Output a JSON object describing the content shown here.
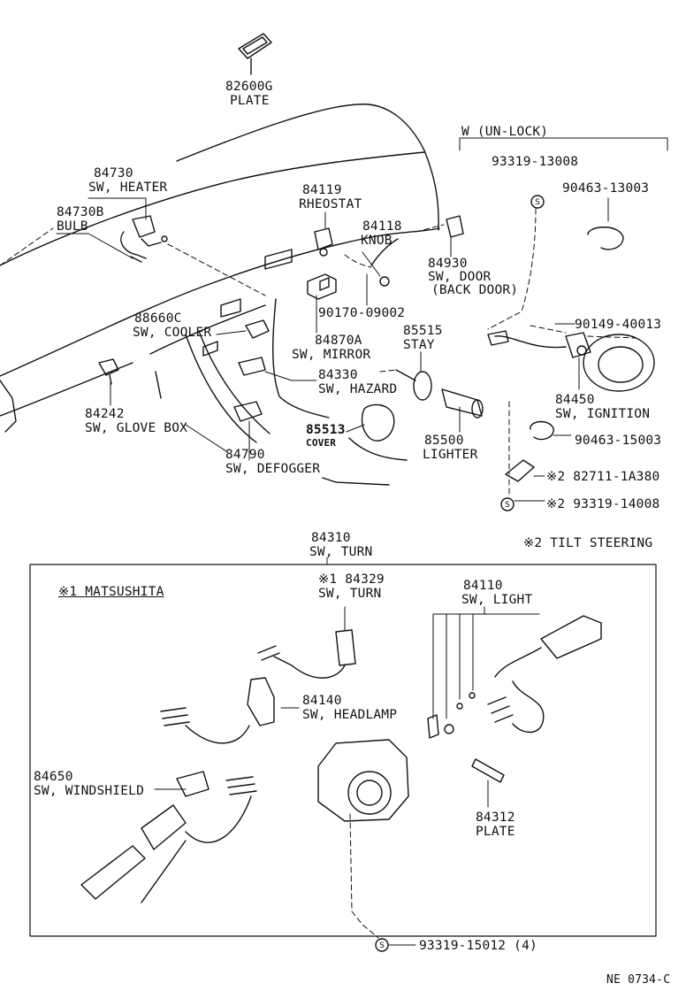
{
  "diagram_id": "NE 0734-C",
  "sections": {
    "unlock": "W (UN-LOCK)",
    "tilt": "※2 TILT STEERING",
    "matsushita": "※1 MATSUSHITA"
  },
  "parts": {
    "p82600": {
      "number": "82600G",
      "name": "PLATE"
    },
    "p84730": {
      "number": "84730",
      "name": "SW, HEATER"
    },
    "p84730b": {
      "number": "84730B",
      "name": "BULB"
    },
    "p84119": {
      "number": "84119",
      "name": "RHEOSTAT"
    },
    "p84118": {
      "number": "84118",
      "name": "KNOB"
    },
    "p84930": {
      "number": "84930",
      "name": "SW, DOOR",
      "name2": "(BACK DOOR)"
    },
    "p93319_13008": {
      "number": "93319-13008"
    },
    "p90463_13003": {
      "number": "90463-13003"
    },
    "p90149": {
      "number": "90149-40013"
    },
    "p88660": {
      "number": "88660C",
      "name": "SW, COOLER"
    },
    "p90170": {
      "number": "90170-09002"
    },
    "p84870": {
      "number": "84870A",
      "name": "SW, MIRROR"
    },
    "p85515": {
      "number": "85515",
      "name": "STAY"
    },
    "p84330": {
      "number": "84330",
      "name": "SW, HAZARD"
    },
    "p84450": {
      "number": "84450",
      "name": "SW, IGNITION"
    },
    "p84242": {
      "number": "84242",
      "name": "SW, GLOVE BOX"
    },
    "p85513": {
      "number": "85513",
      "name": "COVER"
    },
    "p85500": {
      "number": "85500",
      "name": "LIGHTER"
    },
    "p90463_15003": {
      "number": "90463-15003"
    },
    "p84790": {
      "number": "84790",
      "name": "SW, DEFOGGER"
    },
    "p82711": {
      "number": "※2  82711-1A380"
    },
    "p93319_14008": {
      "number": "※2  93319-14008"
    },
    "p84310": {
      "number": "84310",
      "name": "SW, TURN"
    },
    "p84329": {
      "number": "※1  84329",
      "name": "SW, TURN"
    },
    "p84110": {
      "number": "84110",
      "name": "SW, LIGHT"
    },
    "p84140": {
      "number": "84140",
      "name": "SW, HEADLAMP"
    },
    "p84650": {
      "number": "84650",
      "name": "SW, WINDSHIELD"
    },
    "p84312": {
      "number": "84312",
      "name": "PLATE"
    },
    "p93319_15012": {
      "number": "93319-15012 (4)"
    }
  },
  "symbols": {
    "screw_mark": "S"
  }
}
